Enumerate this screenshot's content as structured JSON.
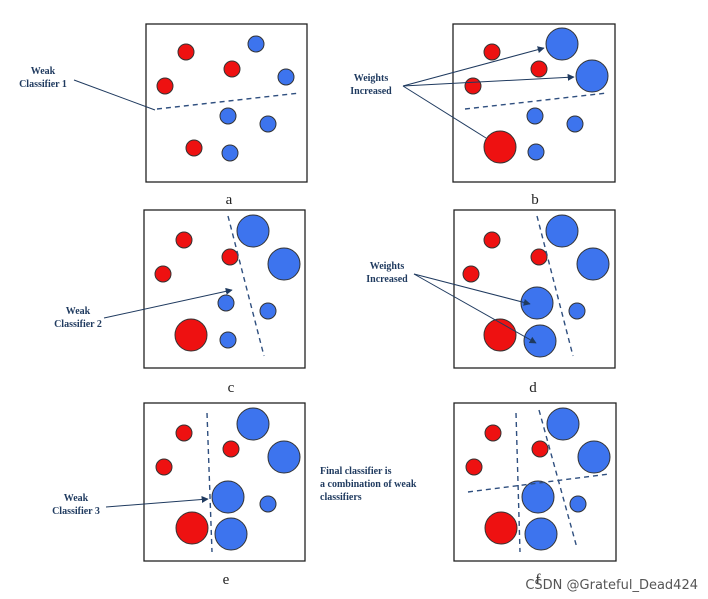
{
  "colors": {
    "red": "#ee1111",
    "blue": "#3d74ee",
    "annotation": "#1f3a5f",
    "separator": "#2f4f7f"
  },
  "annotations": {
    "a": [
      "Weak",
      "Classifier 1"
    ],
    "b": [
      "Weights",
      "Increased"
    ],
    "c": [
      "Weak",
      "Classifier 2"
    ],
    "d": [
      "Weights",
      "Increased"
    ],
    "e": [
      "Weak",
      "Classifier 3"
    ],
    "final": [
      "Final classifier is",
      "a combination of weak",
      "classifiers"
    ]
  },
  "panels": [
    {
      "id": "a",
      "label": "a"
    },
    {
      "id": "b",
      "label": "b"
    },
    {
      "id": "c",
      "label": "c"
    },
    {
      "id": "d",
      "label": "d"
    },
    {
      "id": "e",
      "label": "e"
    },
    {
      "id": "f",
      "label": "f"
    }
  ],
  "watermark": "CSDN @Grateful_Dead424"
}
